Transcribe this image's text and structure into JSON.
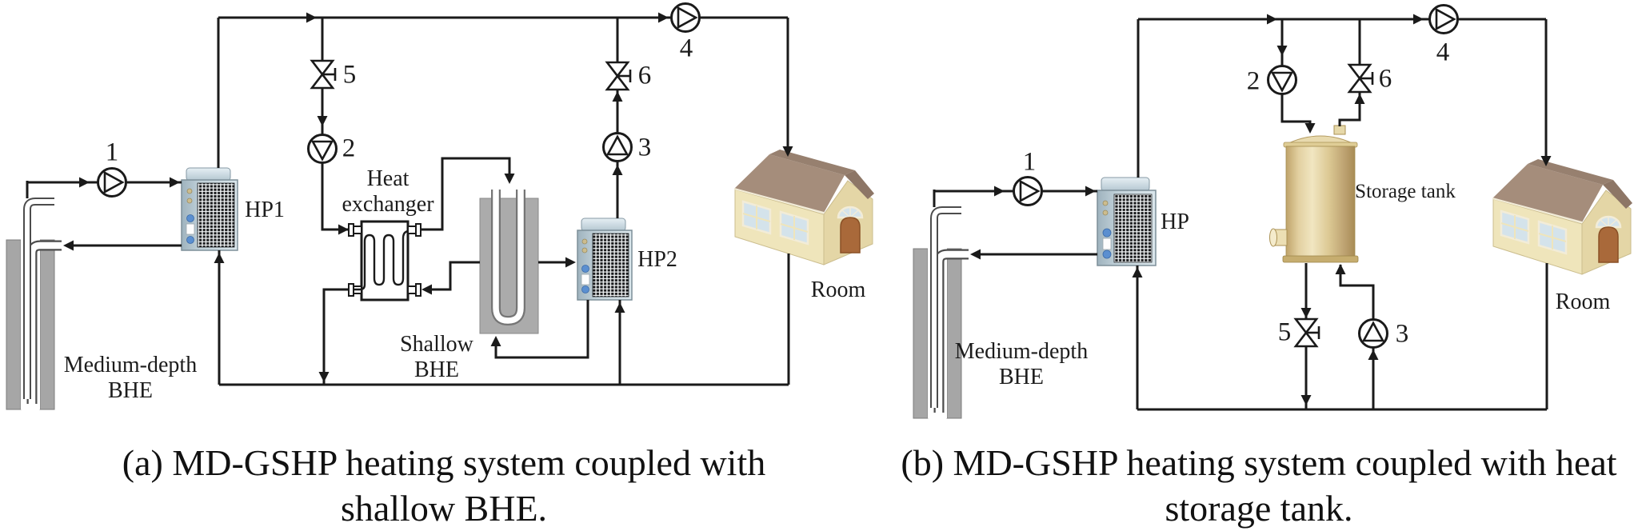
{
  "panel_a": {
    "caption": [
      "(a) MD-GSHP heating system coupled with",
      "shallow BHE."
    ],
    "labels": {
      "pump_1": "1",
      "pump_2": "2",
      "pump_3": "3",
      "pump_4": "4",
      "valve_5": "5",
      "valve_6": "6",
      "heat_pump_1": "HP1",
      "heat_pump_2": "HP2",
      "heat_exchanger": [
        "Heat",
        "exchanger"
      ],
      "shallow_bhe": [
        "Shallow",
        "BHE"
      ],
      "medium_depth_bhe": [
        "Medium-depth",
        "BHE"
      ],
      "room": "Room"
    }
  },
  "panel_b": {
    "caption": [
      "(b) MD-GSHP heating system coupled with heat",
      "storage tank."
    ],
    "labels": {
      "pump_1": "1",
      "pump_2": "2",
      "pump_3": "3",
      "pump_4": "4",
      "valve_5": "5",
      "valve_6": "6",
      "heat_pump": "HP",
      "storage_tank": "Storage tank",
      "medium_depth_bhe": [
        "Medium-depth",
        "BHE"
      ],
      "room": "Room"
    }
  },
  "colors": {
    "pipe": "#1a1a1a",
    "hp_unit_body": "#c6d5dd",
    "storage_tank": "#dbc68d",
    "borehole_gray": "#a6a6a6",
    "house_wall": "#efe5bb",
    "house_roof": "#a58d7b"
  }
}
